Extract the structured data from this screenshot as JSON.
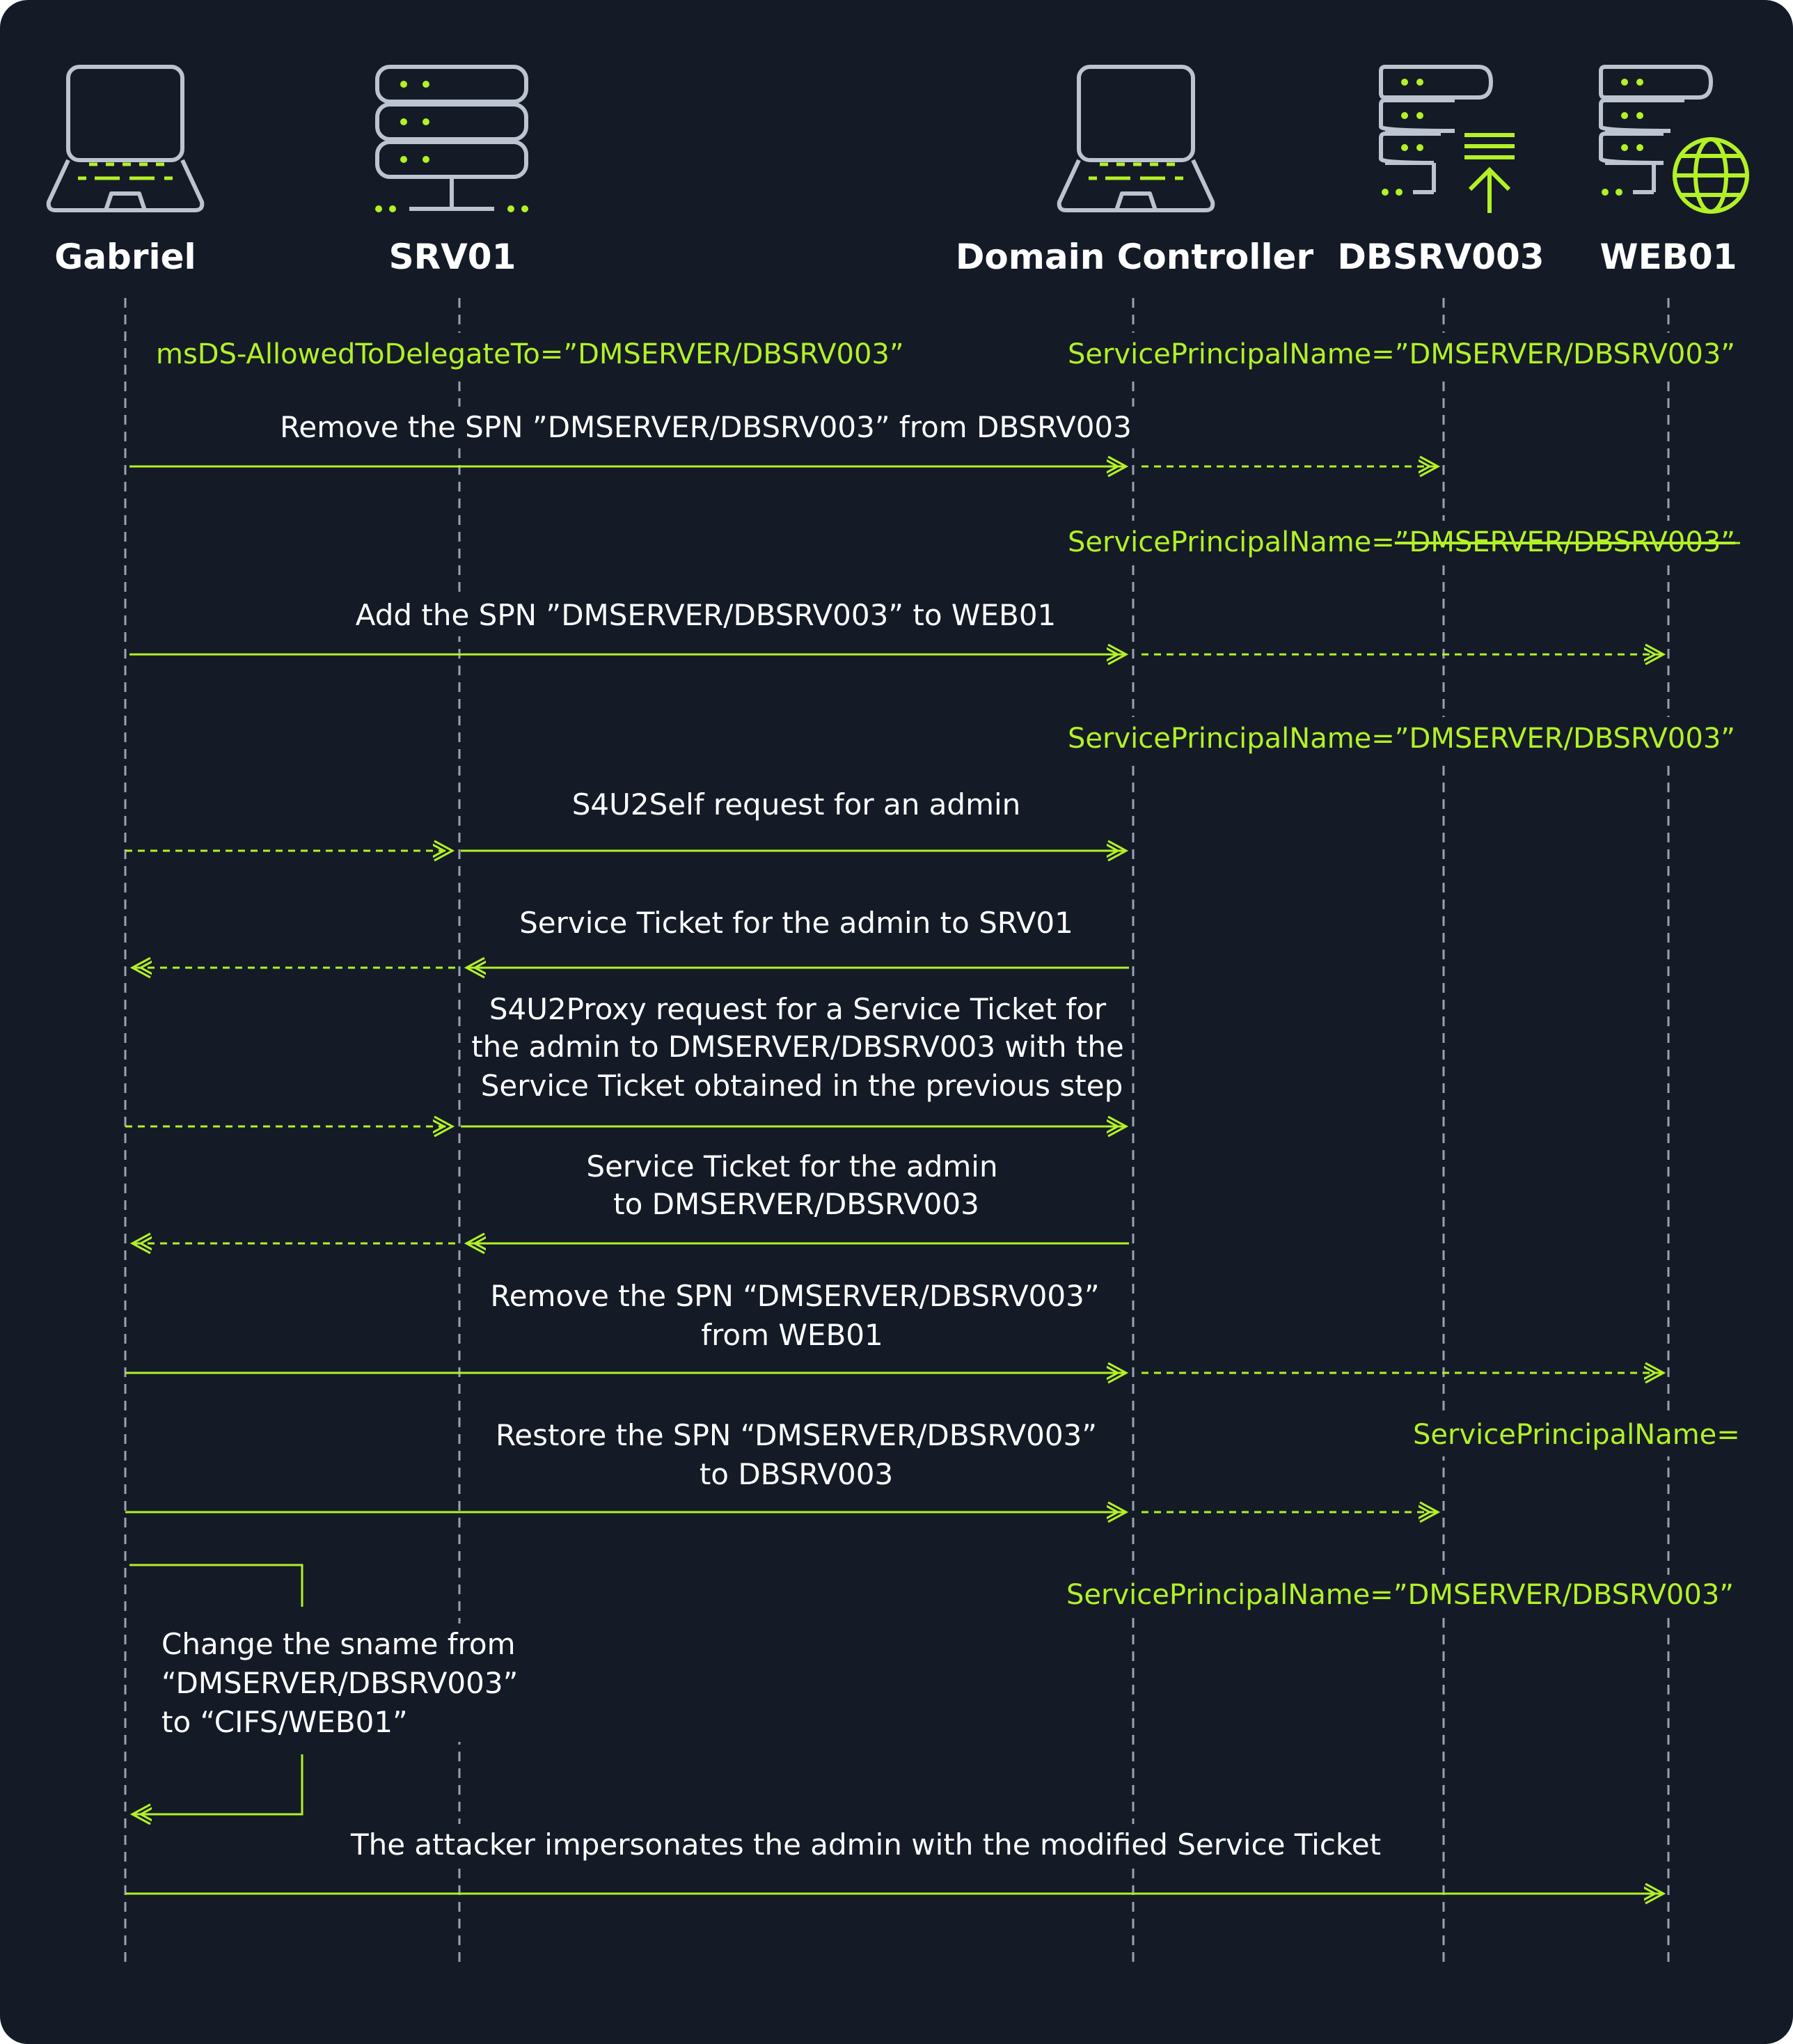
{
  "colors": {
    "background": "#141b27",
    "accent": "#b3f126",
    "icon_outline": "#bcc3d1",
    "text": "#ffffff",
    "lifeline": "#9aa1b0"
  },
  "participants": [
    {
      "name": "Gabriel",
      "icon": "laptop-icon"
    },
    {
      "name": "SRV01",
      "icon": "server-icon"
    },
    {
      "name": "Domain Controller",
      "icon": "laptop-icon"
    },
    {
      "name": "DBSRV003",
      "icon": "database-server-upload-icon"
    },
    {
      "name": "WEB01",
      "icon": "web-server-globe-icon"
    }
  ],
  "annotations": {
    "gabriel_delegation": "msDS-AllowedToDelegateTo=”DMSERVER/DBSRV003”",
    "dbsrv_spn": "ServicePrincipalName=”DMSERVER/DBSRV003”",
    "dbsrv_spn_removed_prefix": "ServicePrincipalName=",
    "dbsrv_spn_removed_value": "”DMSERVER/DBSRV003”",
    "web01_spn": "ServicePrincipalName=”DMSERVER/DBSRV003”",
    "web01_spn_cleared": "ServicePrincipalName=",
    "dbsrv_spn_restored": "ServicePrincipalName=”DMSERVER/DBSRV003”"
  },
  "messages": [
    {
      "lines": [
        "Remove the SPN ”DMSERVER/DBSRV003” from DBSRV003"
      ]
    },
    {
      "lines": [
        "Add the SPN ”DMSERVER/DBSRV003” to WEB01"
      ]
    },
    {
      "lines": [
        "S4U2Self request for an admin"
      ]
    },
    {
      "lines": [
        "Service Ticket for the admin to SRV01"
      ]
    },
    {
      "lines": [
        "S4U2Proxy request for a Service Ticket for",
        "the admin to DMSERVER/DBSRV003 with the",
        "Service Ticket obtained in the previous step"
      ]
    },
    {
      "lines": [
        "Service Ticket for the admin",
        "to DMSERVER/DBSRV003"
      ]
    },
    {
      "lines": [
        "Remove the SPN “DMSERVER/DBSRV003”",
        "from WEB01"
      ]
    },
    {
      "lines": [
        "Restore the SPN “DMSERVER/DBSRV003”",
        "to DBSRV003"
      ]
    },
    {
      "lines": [
        "Change the sname from",
        "“DMSERVER/DBSRV003”",
        "to “CIFS/WEB01”"
      ]
    },
    {
      "lines": [
        "The attacker impersonates the admin with the modified Service Ticket"
      ]
    }
  ]
}
